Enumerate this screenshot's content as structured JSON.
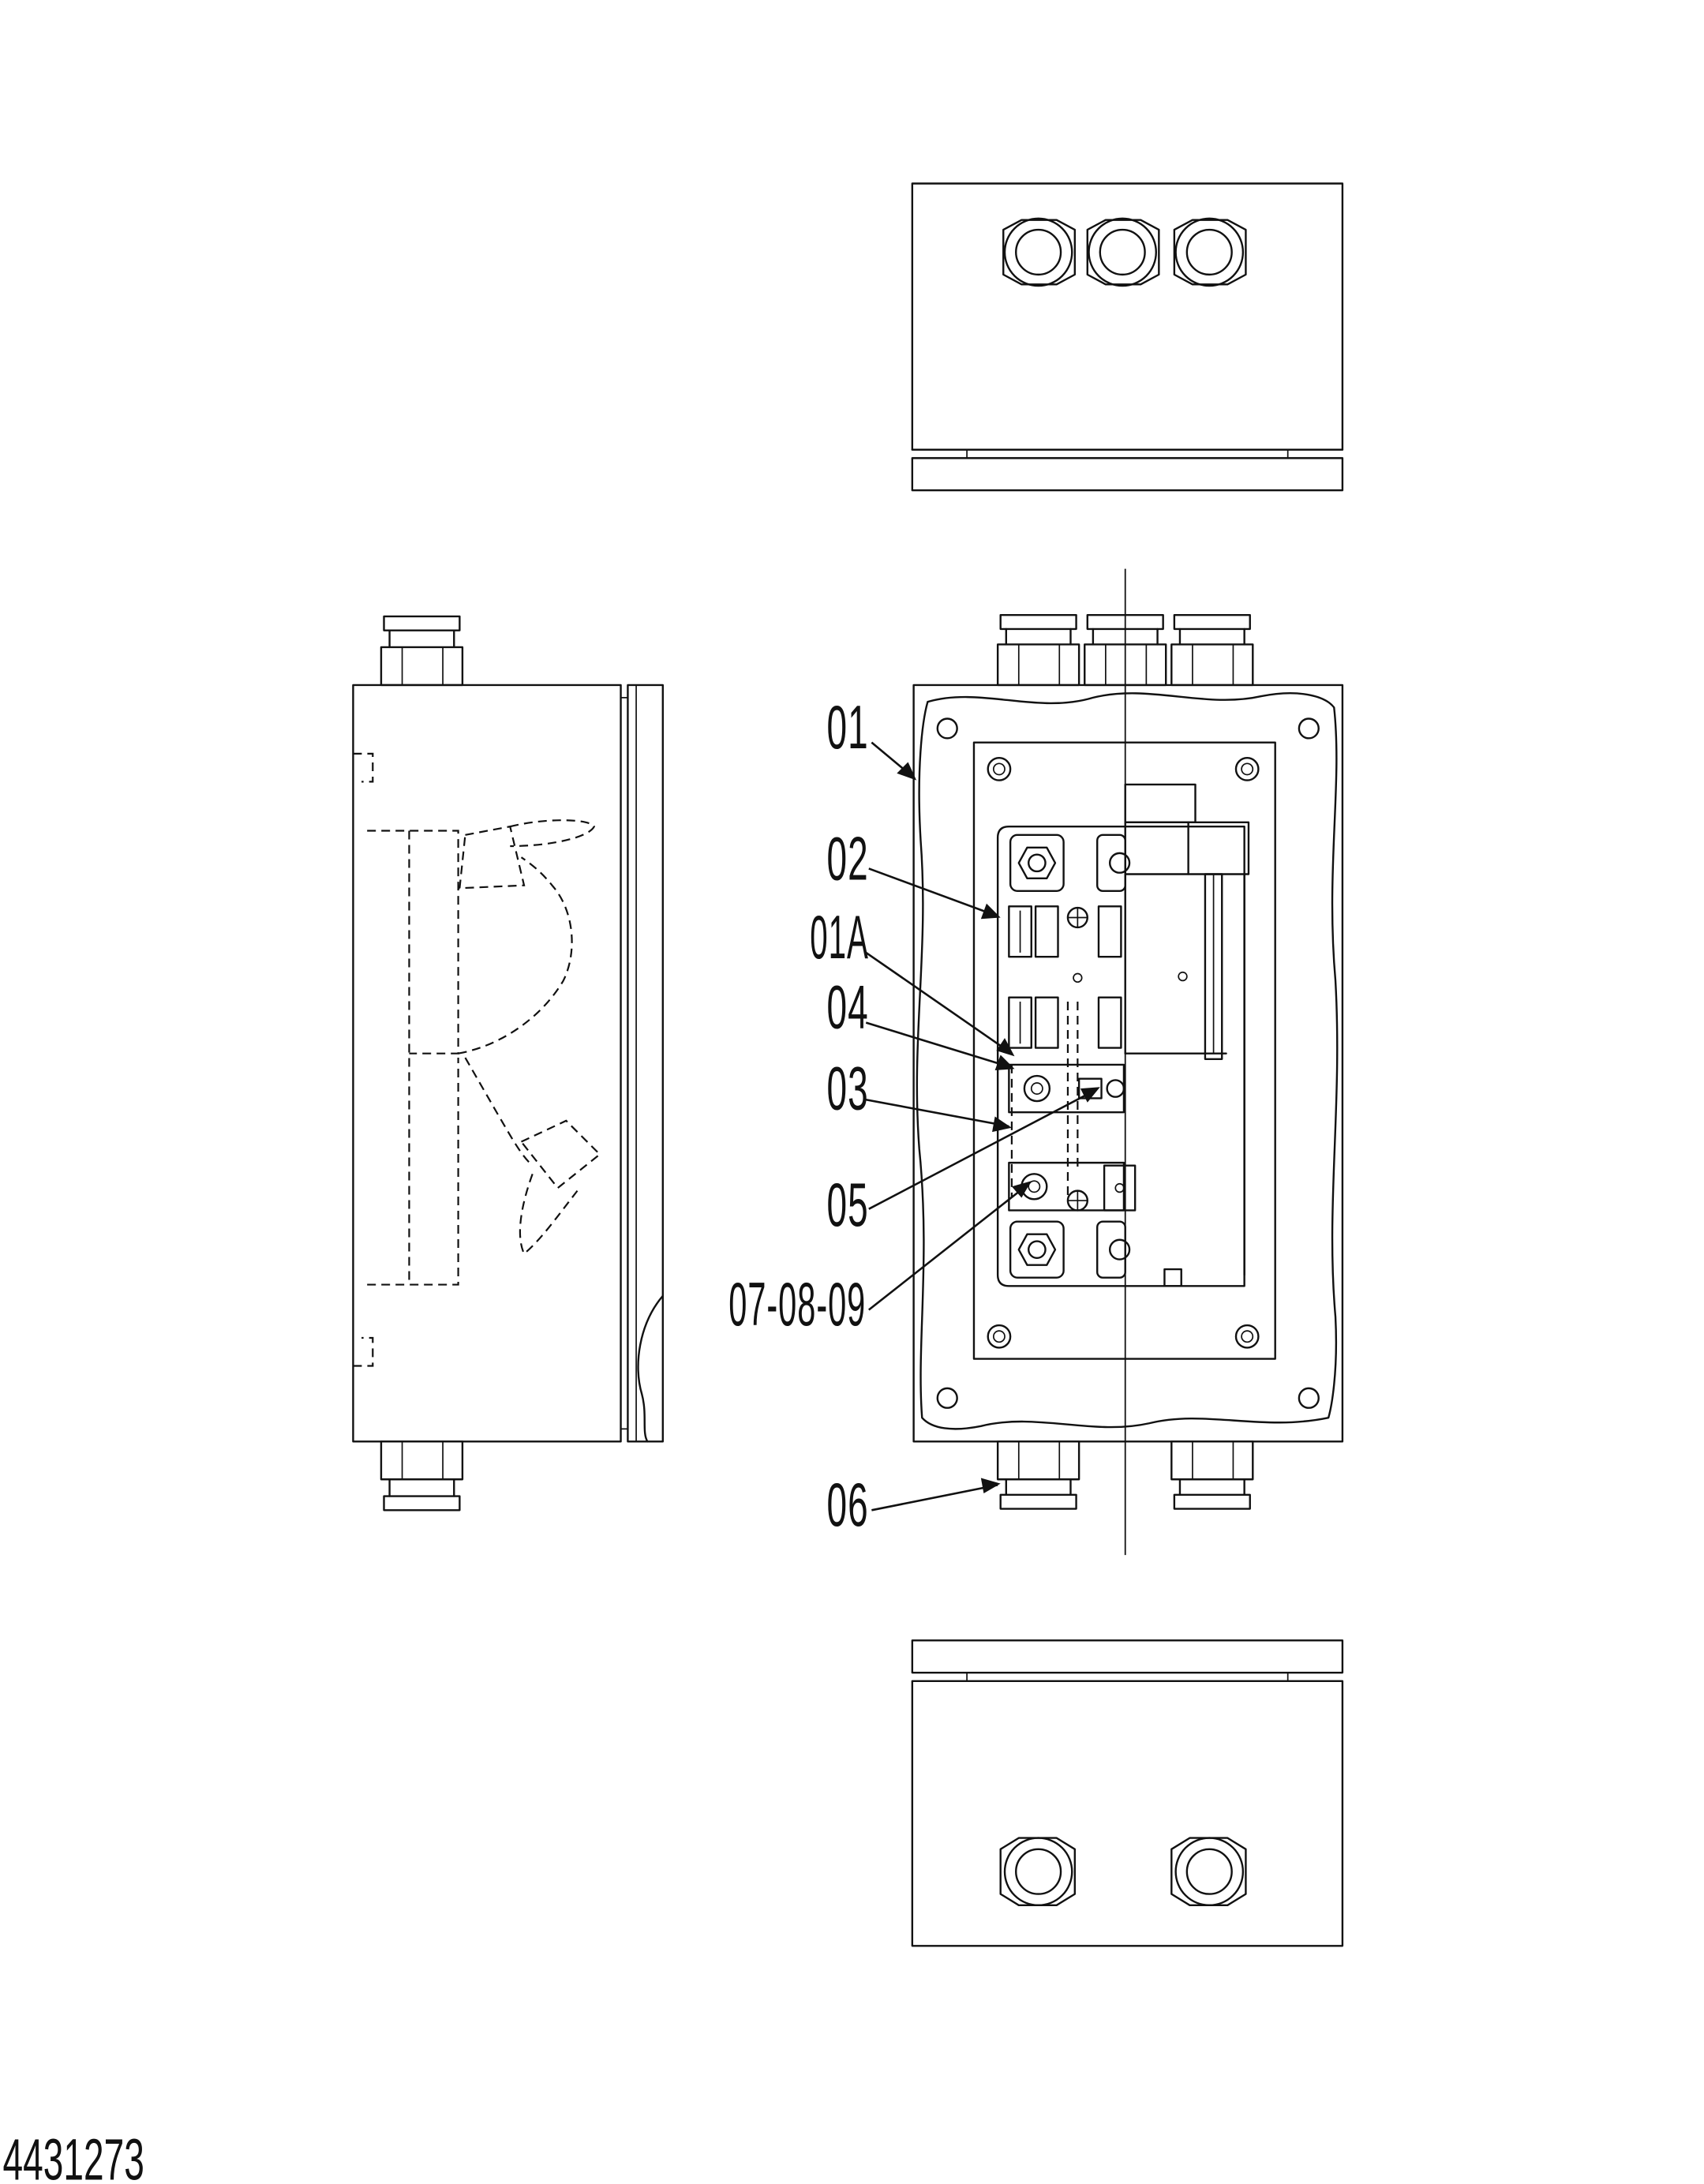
{
  "drawing": {
    "document_number": "4431273",
    "callouts": [
      {
        "id": "01",
        "text": "01"
      },
      {
        "id": "02",
        "text": "02"
      },
      {
        "id": "01A",
        "text": "01A"
      },
      {
        "id": "04",
        "text": "04"
      },
      {
        "id": "03",
        "text": "03"
      },
      {
        "id": "05",
        "text": "05"
      },
      {
        "id": "07-08-09",
        "text": "07-08-09"
      },
      {
        "id": "06",
        "text": "06"
      }
    ],
    "views": [
      "top-view",
      "side-view",
      "front-view",
      "bottom-view"
    ],
    "colors": {
      "line": "#111111",
      "background": "#ffffff"
    }
  }
}
